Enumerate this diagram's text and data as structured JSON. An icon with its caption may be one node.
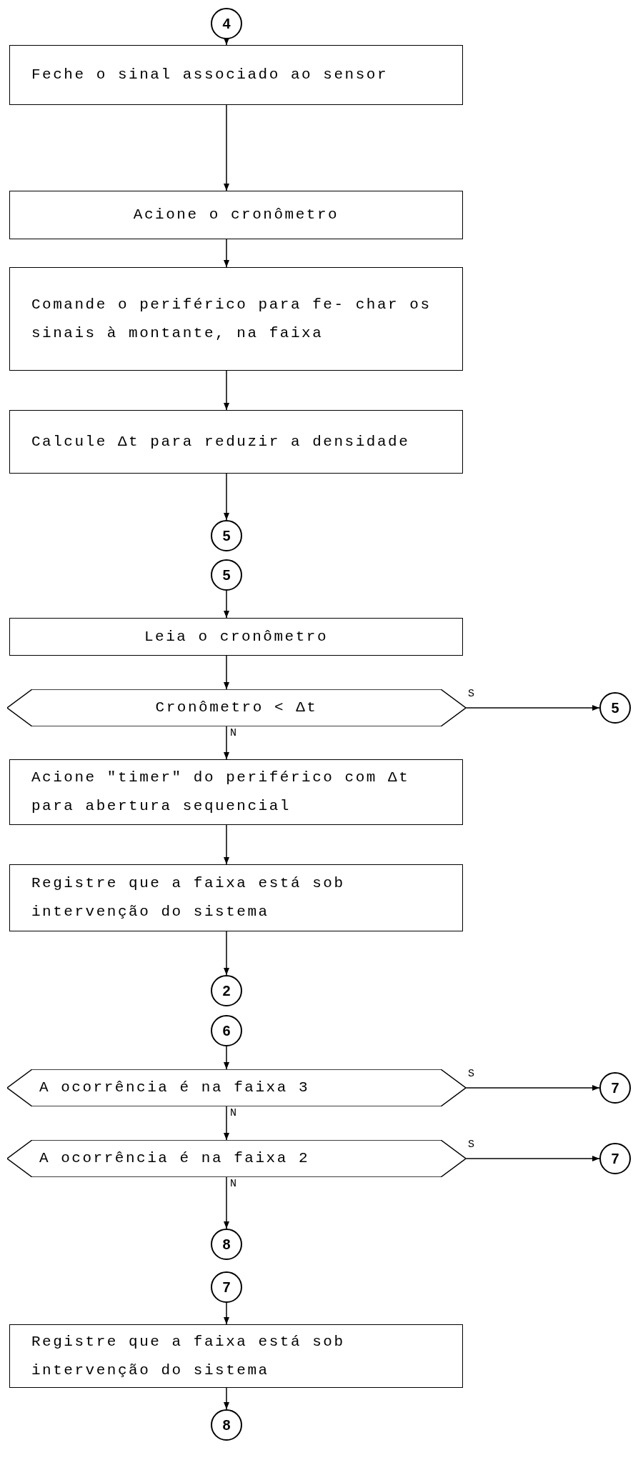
{
  "diagram": {
    "nodes": [
      {
        "text": [
          "4"
        ]
      },
      {
        "text": [
          "Feche o sinal associado ao sensor"
        ]
      },
      {
        "text": [
          "Acione o cronômetro"
        ]
      },
      {
        "text": [
          "Comande o periférico para fe- char os sinais à montante, na faixa"
        ]
      },
      {
        "text": [
          "Calcule Δt para reduzir a densidade"
        ]
      },
      {
        "text": [
          "5"
        ]
      },
      {
        "text": [
          "5"
        ]
      },
      {
        "text": [
          "Leia o cronômetro"
        ]
      },
      {
        "text": [
          "Cronômetro < Δt"
        ]
      },
      {
        "text": [
          "5"
        ]
      },
      {
        "text": [
          "Acione \"timer\" do periférico com Δt para abertura sequencial"
        ]
      },
      {
        "text": [
          "Registre que a faixa está sob intervenção do sistema"
        ]
      },
      {
        "text": [
          "2"
        ]
      },
      {
        "text": [
          "6"
        ]
      },
      {
        "text": [
          "A ocorrência é na faixa 3"
        ]
      },
      {
        "text": [
          "7"
        ]
      },
      {
        "text": [
          "A ocorrência é na faixa 2"
        ]
      },
      {
        "text": [
          "7"
        ]
      },
      {
        "text": [
          "8"
        ]
      },
      {
        "text": [
          "7"
        ]
      },
      {
        "text": [
          "Registre que a faixa está sob intervenção do sistema"
        ]
      },
      {
        "text": [
          "8"
        ]
      }
    ],
    "edges": [
      {
        "from": 0,
        "to": 1,
        "arrow": "to"
      },
      {
        "from": 1,
        "to": 2,
        "arrow": "to"
      },
      {
        "from": 2,
        "to": 3,
        "arrow": "to"
      },
      {
        "from": 3,
        "to": 4,
        "arrow": "to"
      },
      {
        "from": 4,
        "to": 5,
        "arrow": "to"
      },
      {
        "from": 6,
        "to": 7,
        "arrow": "to"
      },
      {
        "from": 7,
        "to": 8,
        "arrow": "to"
      },
      {
        "from": 8,
        "to": 9,
        "arrow": "to",
        "label": "S"
      },
      {
        "from": 8,
        "to": 10,
        "arrow": "to",
        "label": "N"
      },
      {
        "from": 10,
        "to": 11,
        "arrow": "to"
      },
      {
        "from": 11,
        "to": 12,
        "arrow": "to"
      },
      {
        "from": 13,
        "to": 14,
        "arrow": "to"
      },
      {
        "from": 14,
        "to": 15,
        "arrow": "to",
        "label": "S"
      },
      {
        "from": 14,
        "to": 16,
        "arrow": "to",
        "label": "N"
      },
      {
        "from": 16,
        "to": 17,
        "arrow": "to",
        "label": "S"
      },
      {
        "from": 16,
        "to": 18,
        "arrow": "to",
        "label": "N"
      },
      {
        "from": 19,
        "to": 20,
        "arrow": "to"
      },
      {
        "from": 20,
        "to": 21,
        "arrow": "to"
      }
    ]
  }
}
